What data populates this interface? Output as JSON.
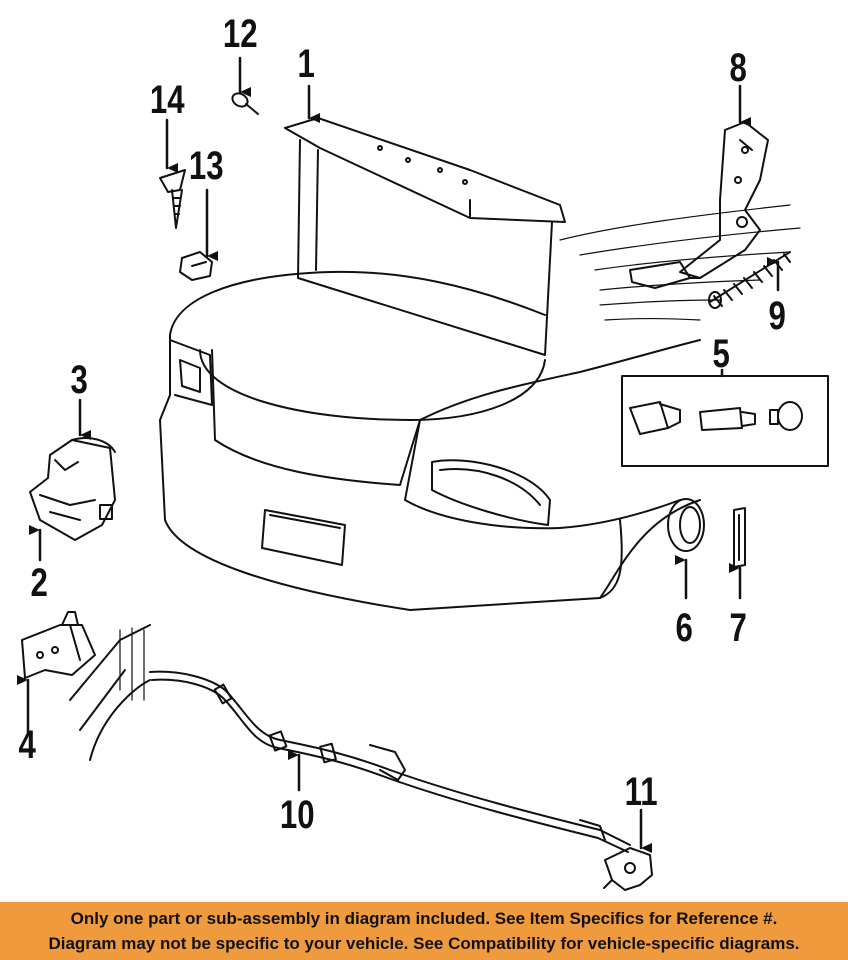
{
  "callouts": {
    "c1": "1",
    "c2": "2",
    "c3": "3",
    "c4": "4",
    "c5": "5",
    "c6": "6",
    "c7": "7",
    "c8": "8",
    "c9": "9",
    "c10": "10",
    "c11": "11",
    "c12": "12",
    "c13": "13",
    "c14": "14"
  },
  "banner": {
    "line1": "Only one part or sub-assembly in diagram included. See Item Specifics for Reference #.",
    "line2": "Diagram may not be specific to your vehicle. See Compatibility for vehicle-specific diagrams."
  },
  "colors": {
    "banner_bg": "#ef9a3c",
    "line": "#111111"
  }
}
